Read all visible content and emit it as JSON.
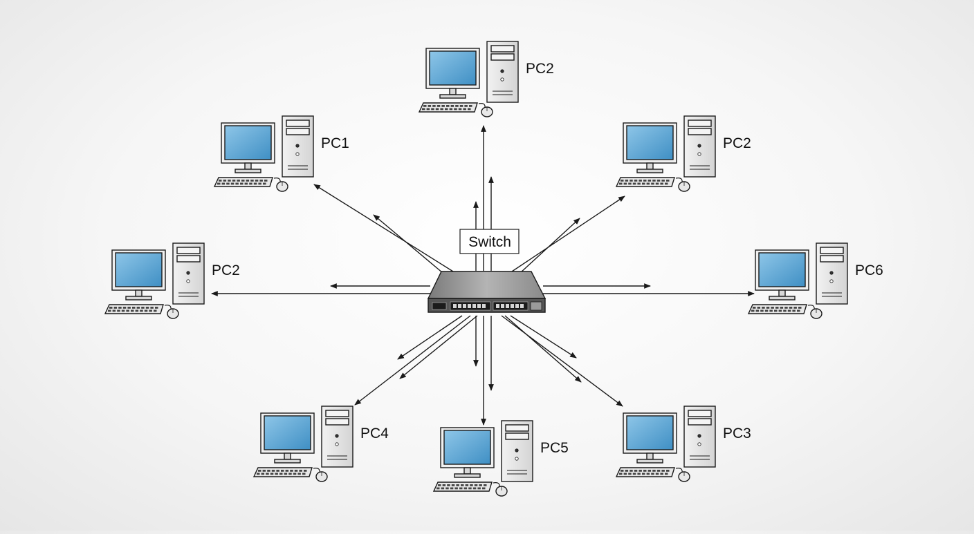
{
  "switch": {
    "label": "Switch"
  },
  "pcs": [
    {
      "id": "top",
      "label": "PC2"
    },
    {
      "id": "upper-left",
      "label": "PC1"
    },
    {
      "id": "upper-right",
      "label": "PC2"
    },
    {
      "id": "left",
      "label": "PC2"
    },
    {
      "id": "right",
      "label": "PC6"
    },
    {
      "id": "lower-left",
      "label": "PC4"
    },
    {
      "id": "bottom",
      "label": "PC5"
    },
    {
      "id": "lower-right",
      "label": "PC3"
    }
  ],
  "colors": {
    "screen": "#3f8fc4",
    "screen_light": "#8ec6e8",
    "device_body": "#e4e4e4",
    "outline": "#1a1a1a",
    "switch_top": "#9a9a9a",
    "switch_front": "#5a5a5a"
  }
}
